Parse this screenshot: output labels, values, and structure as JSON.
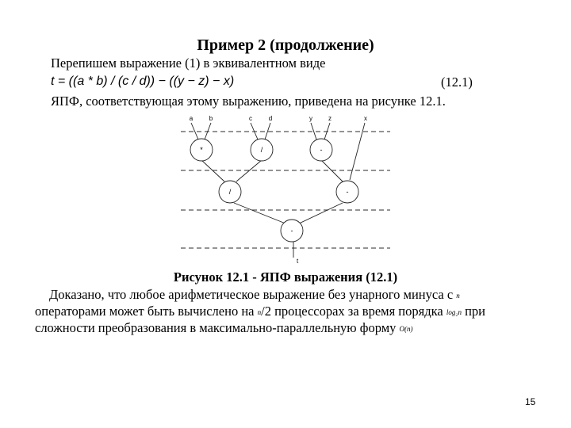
{
  "slide": {
    "title": "Пример 2 (продолжение)",
    "line1": "Перепишем выражение (1) в эквивалентном виде",
    "formula": "t = ((a * b) / (c / d)) − ((y − z) − x)",
    "equation_number": "(12.1)",
    "line3": "ЯПФ, соответствующая этому выражению, приведена на рисунке 12.1.",
    "figure": {
      "inputs": [
        "a",
        "b",
        "c",
        "d",
        "y",
        "z",
        "x"
      ],
      "operators": {
        "level1": [
          "*",
          "/",
          "-"
        ],
        "level2": [
          "/",
          "-"
        ],
        "level3": [
          "-"
        ]
      },
      "output": "t"
    },
    "caption": "Рисунок 12.1 - ЯПФ выражения (12.1)",
    "para": {
      "l1_text": "Доказано, что любое арифметическое выражение без унарного минуса с",
      "l1_math": "n",
      "l2_a": "операторами может быть вычислено на",
      "l2_math1": "n",
      "l2_b": "/2 процессорах за время порядка",
      "l2_math2": "log₂n",
      "l2_c": "при",
      "l3_text": "сложности преобразования в максимально-параллельную форму",
      "l3_math": "O(n)"
    },
    "page_number": "15"
  }
}
